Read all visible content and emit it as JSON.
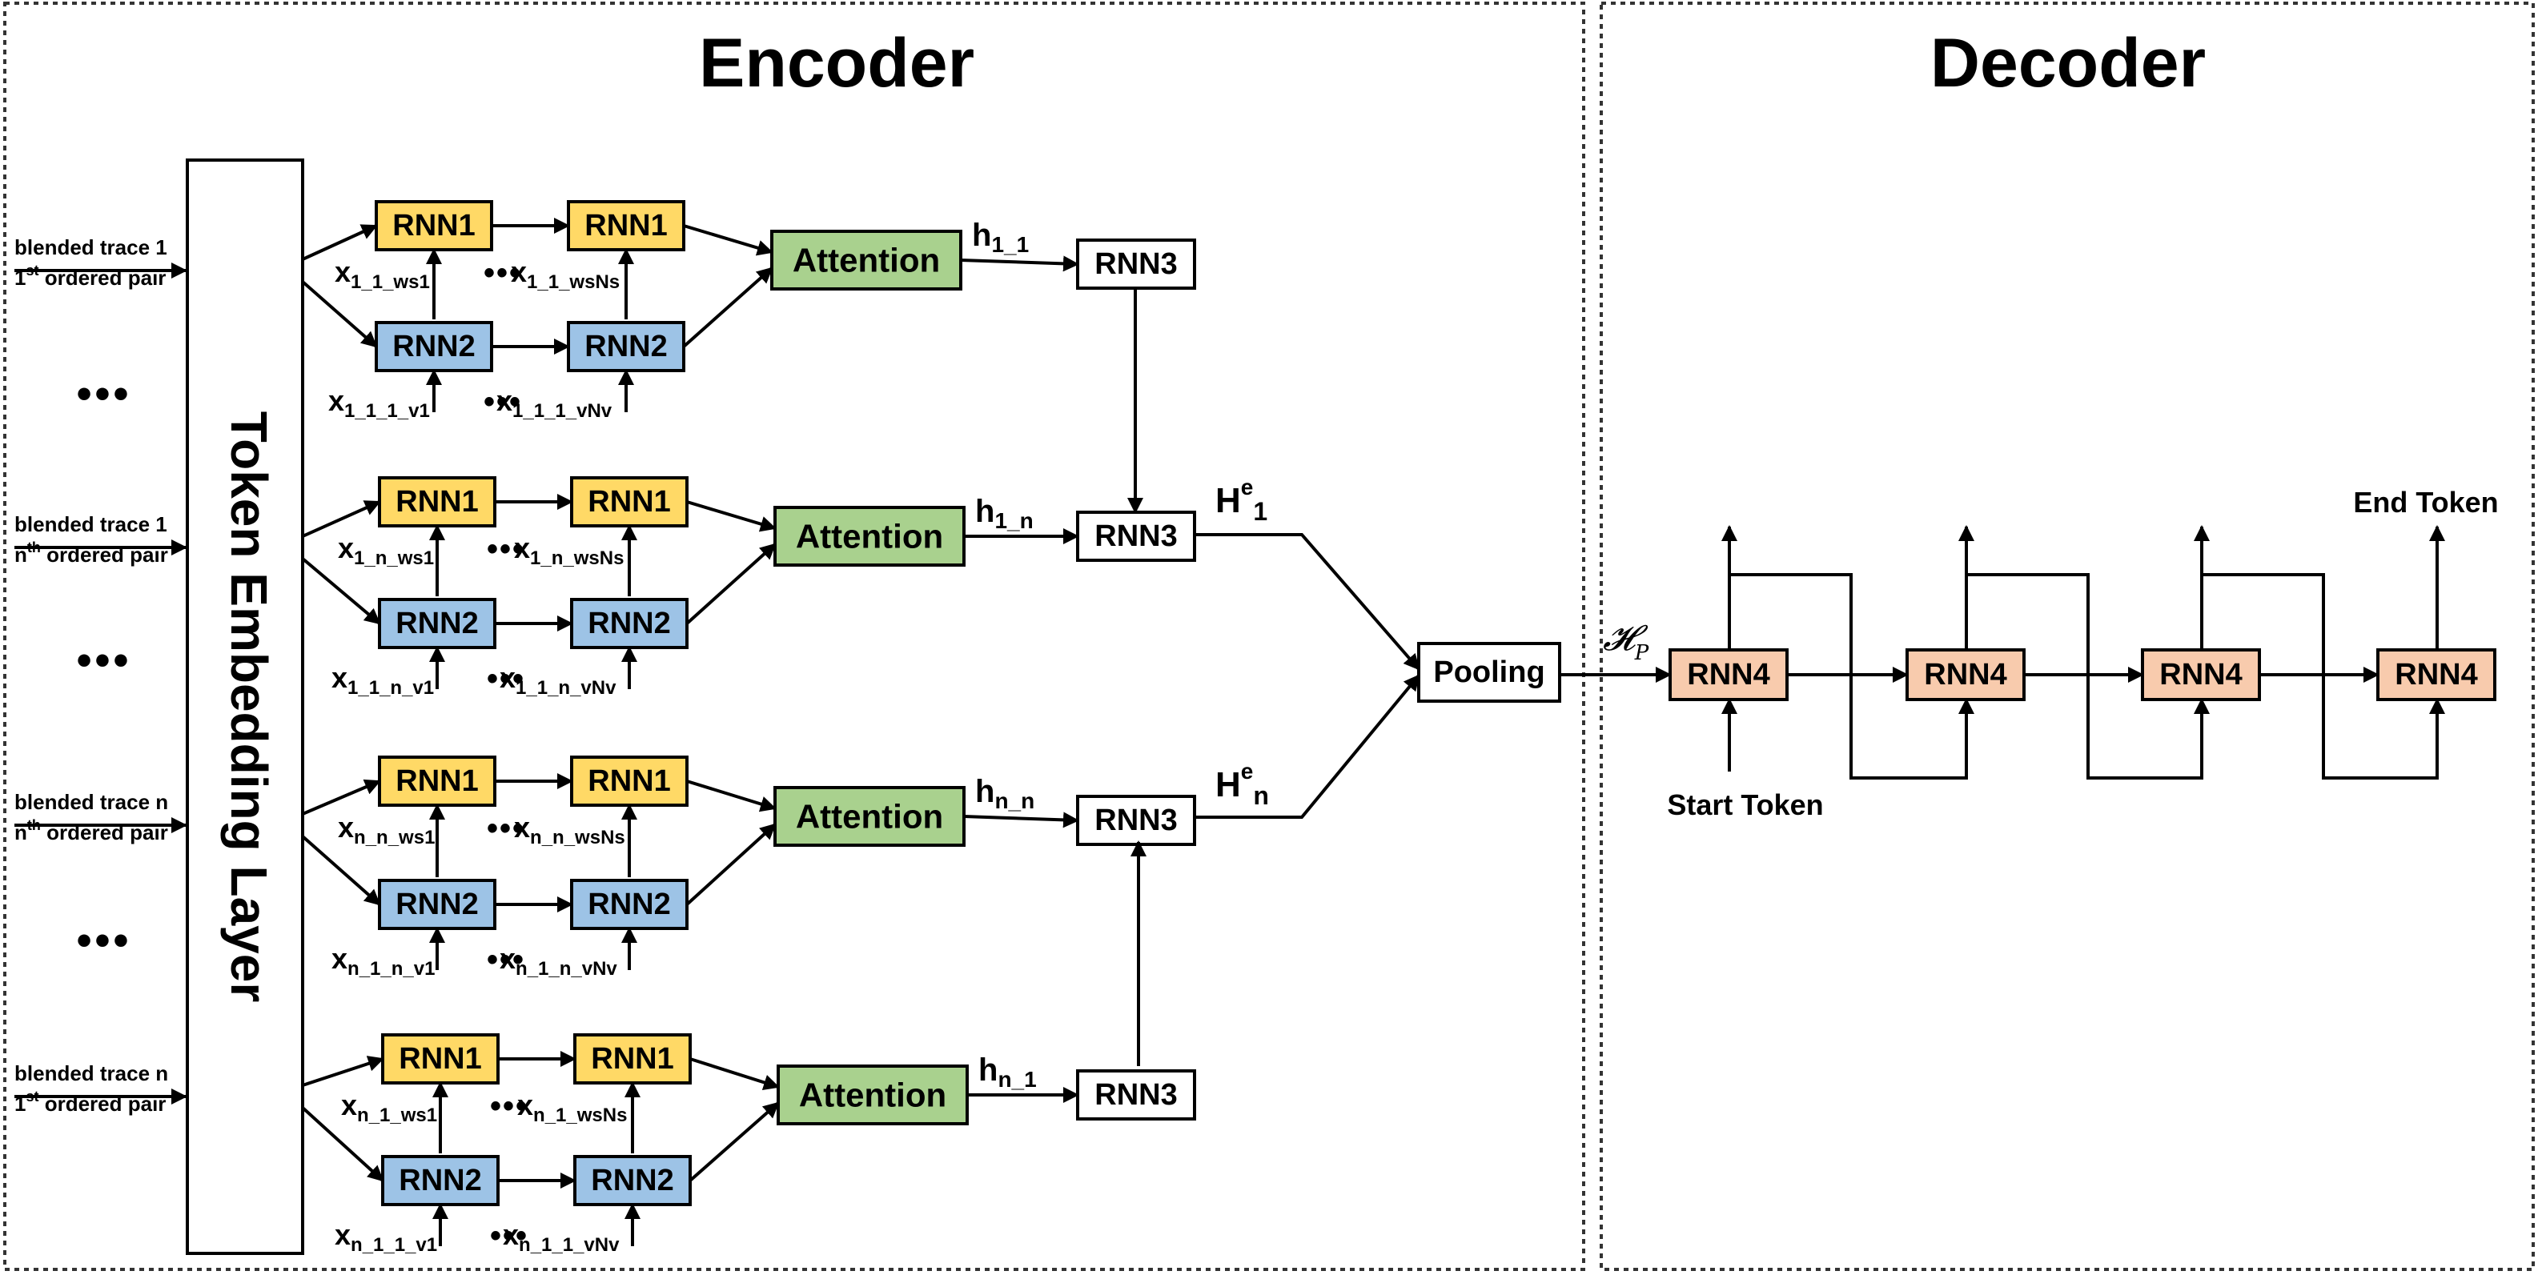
{
  "titles": {
    "encoder": "Encoder",
    "decoder": "Decoder"
  },
  "embedding_layer": "Token Embedding Layer",
  "input_labels": [
    {
      "line1": "blended trace 1",
      "ord": "1",
      "sup": "st",
      "rest": " ordered pair"
    },
    {
      "line1": "blended trace 1",
      "ord": "n",
      "sup": "th",
      "rest": " ordered pair"
    },
    {
      "line1": "blended trace n",
      "ord": "n",
      "sup": "th",
      "rest": " ordered pair"
    },
    {
      "line1": "blended trace n",
      "ord": "1",
      "sup": "st",
      "rest": " ordered pair"
    }
  ],
  "ellipsis": "•••",
  "rnn1": "RNN1",
  "rnn2": "RNN2",
  "rnn3": "RNN3",
  "rnn4": "RNN4",
  "attention": "Attention",
  "pooling": "Pooling",
  "groups": [
    {
      "ws1": "1_1_ws1",
      "wsN": "1_1_wsNs",
      "v1": "1_1_1_v1",
      "vN": "1_1_1_vNv",
      "h": "1_1"
    },
    {
      "ws1": "1_n_ws1",
      "wsN": "1_n_wsNs",
      "v1": "1_1_n_v1",
      "vN": "1_1_n_vNv",
      "h": "1_n"
    },
    {
      "ws1": "n_n_ws1",
      "wsN": "n_n_wsNs",
      "v1": "n_1_n_v1",
      "vN": "n_1_n_vNv",
      "h": "n_n"
    },
    {
      "ws1": "n_1_ws1",
      "wsN": "n_1_wsNs",
      "v1": "n_1_1_v1",
      "vN": "n_1_1_vNv",
      "h": "n_1"
    }
  ],
  "x_symbol": "x",
  "h_symbol": "h",
  "He_labels": [
    {
      "main": "H",
      "sup": "e",
      "sub": "1"
    },
    {
      "main": "H",
      "sup": "e",
      "sub": "n"
    }
  ],
  "hp_label": {
    "main": "𝓗",
    "sub": "P"
  },
  "start_token": "Start Token",
  "end_token": "End Token",
  "colors": {
    "rnn1": "#FFD966",
    "rnn2": "#9DC3E6",
    "attention": "#A9D18E",
    "rnn4": "#F8CBAD",
    "white": "#FFFFFF"
  }
}
